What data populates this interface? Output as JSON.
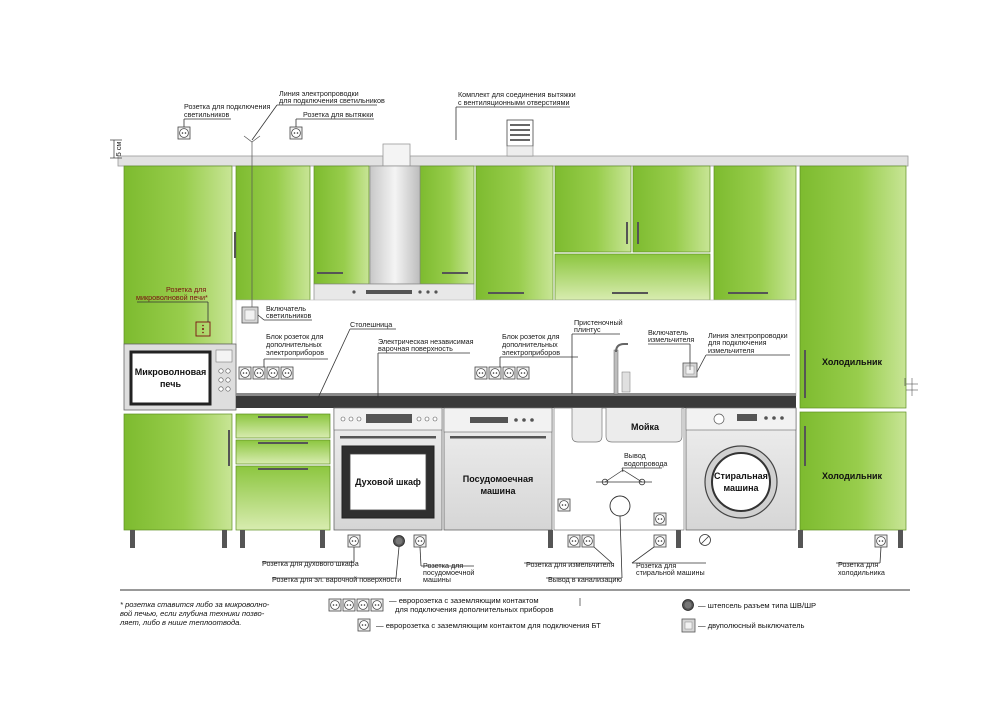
{
  "labels": {
    "socket_lights": [
      "Розетка для подключения",
      "светильников"
    ],
    "wire_lights": [
      "Линия электропроводки",
      "для подключения светильников"
    ],
    "socket_hood": "Розетка для вытяжки",
    "hood_kit": [
      "Комплект для соединения вытяжки",
      "с вентиляционными отверстиями"
    ],
    "five_cm": "5 см",
    "socket_micro": [
      "Розетка для",
      "микроволновой печи*"
    ],
    "switch_lights": [
      "Включатель",
      "светильников"
    ],
    "block_sockets_left": [
      "Блок розеток для",
      "дополнительных",
      "электроприборов"
    ],
    "countertop": "Столешница",
    "hob": [
      "Электрическая независимая",
      "варочная поверхность"
    ],
    "block_sockets_right": [
      "Блок розеток для",
      "дополнительных",
      "электроприборов"
    ],
    "plinth": [
      "Пристеночный",
      "плинтус"
    ],
    "switch_chopper": [
      "Включатель",
      "измельчителя"
    ],
    "wire_chopper": [
      "Линия электропроводки",
      "для подключения",
      "измельчителя"
    ],
    "fridge_top": "Холодильник",
    "fridge_bottom": "Холодильник",
    "microwave": [
      "Микроволновая",
      "печь"
    ],
    "oven": "Духовой шкаф",
    "dishwasher": [
      "Посудомоечная",
      "машина"
    ],
    "sink": "Мойка",
    "water_outlet": [
      "Вывод",
      "водопровода"
    ],
    "washer": [
      "Стиральная",
      "машина"
    ],
    "socket_oven": "Розетка для духового шкафа",
    "socket_hob": "Розетка для эл. варочной поверхности",
    "socket_dish": [
      "Розетка для",
      "посудомоечной",
      "машины"
    ],
    "socket_chopper": "Розетка для измельчителя",
    "drain": "Вывод в канализацию",
    "socket_washer": [
      "Розетка для",
      "стиральной машины"
    ],
    "socket_fridge": [
      "Розетка для",
      "холодильника"
    ]
  },
  "footnote": [
    "* розетка ставится либо за микроволно-",
    "вой печью, если глубина техники позво-",
    "ляет, либо в нише теплоотвода."
  ],
  "legend": {
    "euro_socket": [
      "— евророзетка с заземляющим контактом",
      "для подключения дополнительных приборов"
    ],
    "euro_socket_bt": "— евророзетка с заземляющим контактом для подключения БТ",
    "plug": "— штепсель разъем типа ШВ/ШР",
    "switch": "— двуполюсный выключатель"
  },
  "colors": {
    "cabinet_green": "#8cc63f",
    "cabinet_light": "#dceeb0",
    "countertop": "#3a3a3a",
    "appliance": "#e4e4e4",
    "label_red": "#7a1010"
  }
}
